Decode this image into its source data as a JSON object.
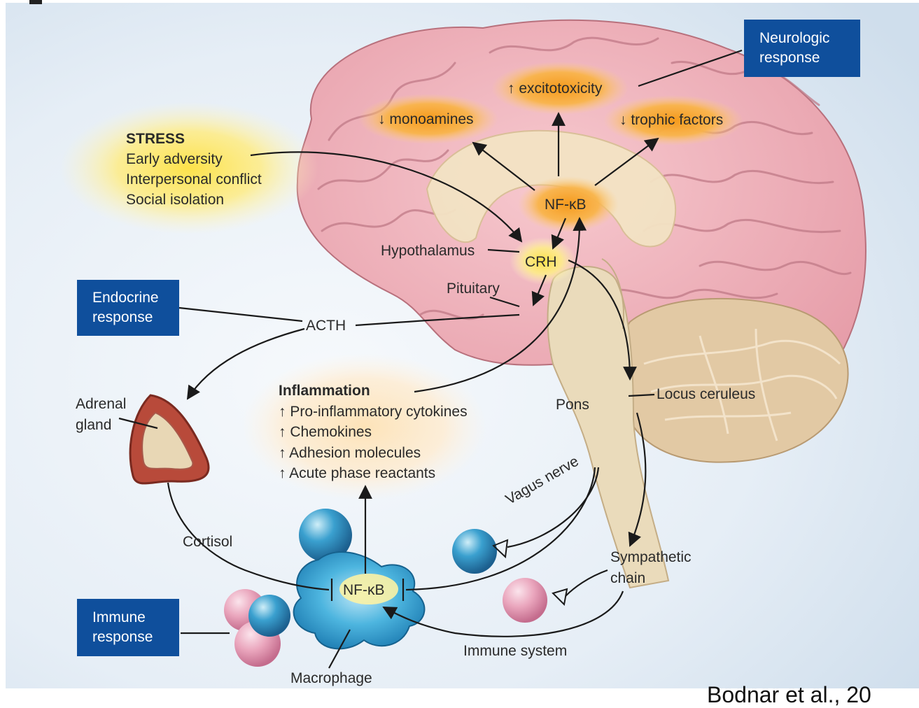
{
  "boxes": {
    "neurologic": [
      "Neurologic",
      "response"
    ],
    "endocrine": [
      "Endocrine",
      "response"
    ],
    "immune": [
      "Immune",
      "response"
    ]
  },
  "stress": {
    "title": "STRESS",
    "items": [
      "Early adversity",
      "Interpersonal conflict",
      "Social isolation"
    ]
  },
  "brain": {
    "excitotoxicity": "↑ excitotoxicity",
    "monoamines": "↓ monoamines",
    "trophic": "↓ trophic factors",
    "nfkb_top": "NF-κB",
    "crh": "CRH",
    "hypothalamus": "Hypothalamus",
    "pituitary": "Pituitary",
    "pons": "Pons",
    "locus": "Locus ceruleus"
  },
  "hormones": {
    "acth": "ACTH",
    "cortisol": "Cortisol",
    "adrenal": [
      "Adrenal",
      "gland"
    ]
  },
  "inflammation": {
    "title": "Inflammation",
    "items": [
      "↑ Pro-inflammatory cytokines",
      "↑ Chemokines",
      "↑ Adhesion molecules",
      "↑ Acute phase reactants"
    ]
  },
  "immune": {
    "nfkb_bottom": "NF-κB",
    "vagus": "Vagus nerve",
    "sympathetic": [
      "Sympathetic",
      "chain"
    ],
    "immune_system": "Immune system",
    "macrophage": "Macrophage"
  },
  "citation": "Bodnar et al., 20"
}
